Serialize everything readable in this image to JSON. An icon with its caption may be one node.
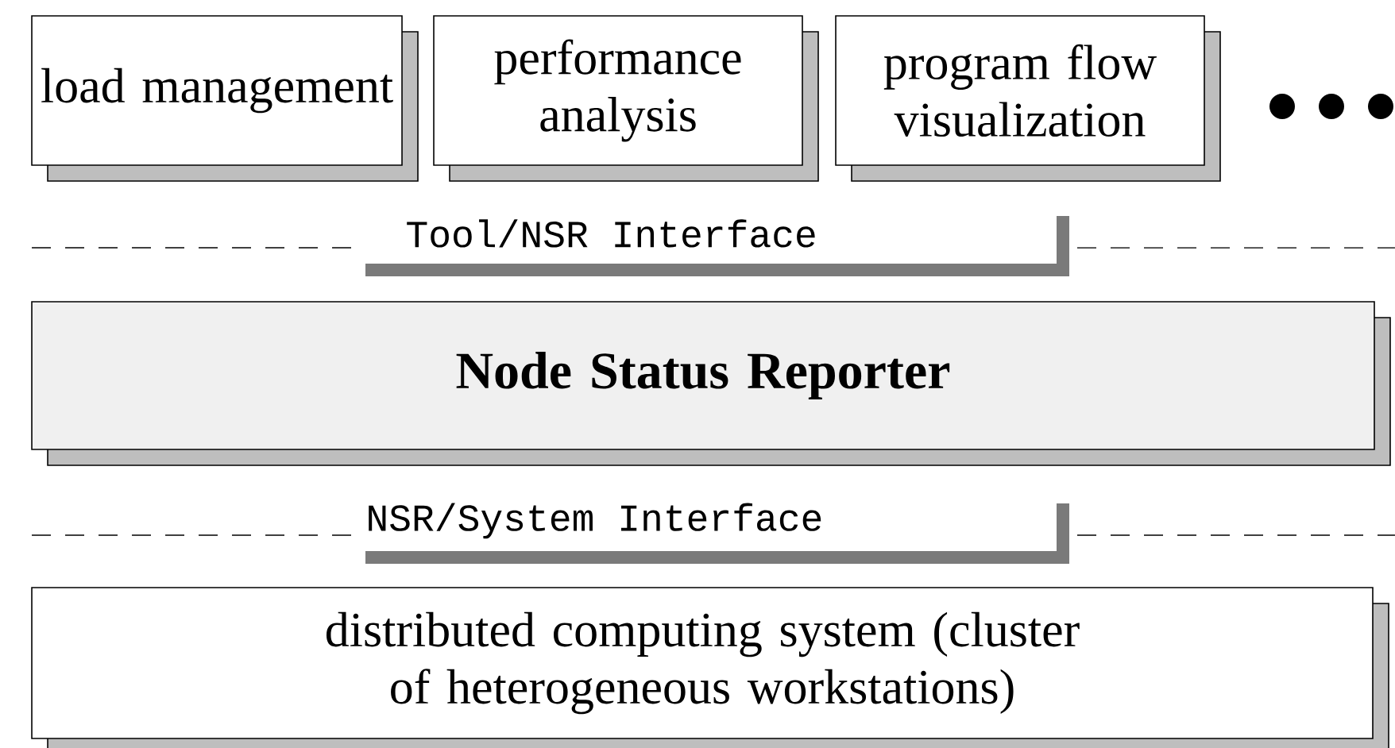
{
  "diagram": {
    "nodes": [
      {
        "text": [
          "load management"
        ]
      },
      {
        "text": [
          "performance analysis"
        ]
      },
      {
        "text": [
          "program flow visualization"
        ]
      },
      {
        "text": [
          "Node Status Reporter"
        ]
      },
      {
        "text": [
          "distributed computing system (cluster of heterogeneous workstations)"
        ]
      }
    ],
    "labels": [
      "Tool/NSR Interface",
      "NSR/System Interface"
    ]
  }
}
